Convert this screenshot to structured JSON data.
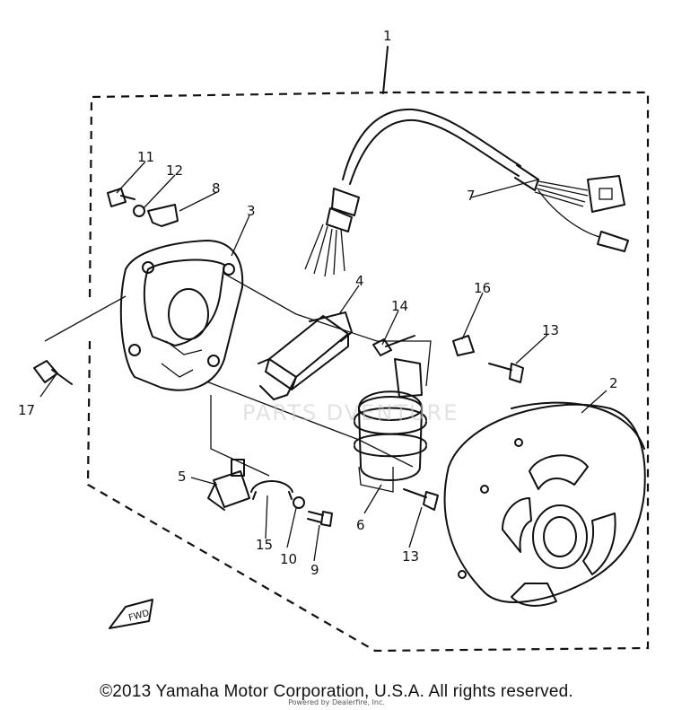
{
  "diagram": {
    "callouts": [
      "1",
      "2",
      "3",
      "4",
      "5",
      "6",
      "7",
      "8",
      "9",
      "10",
      "11",
      "12",
      "13",
      "13",
      "14",
      "15",
      "16",
      "17"
    ],
    "fwd_label": "FWD",
    "watermark": "PARTS DVENTURE"
  },
  "footer": {
    "copyright": "©2013 Yamaha Motor Corporation, U.S.A. All rights reserved.",
    "credit": "Powered by Dealerfire, Inc."
  }
}
